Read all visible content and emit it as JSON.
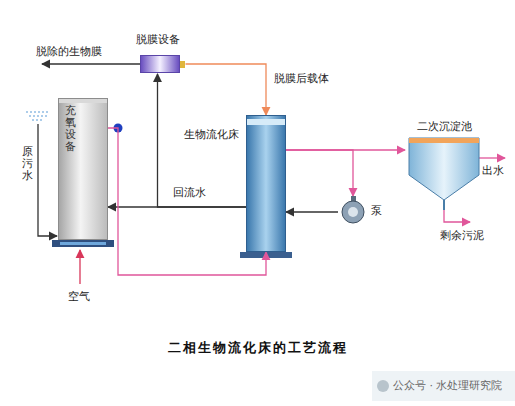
{
  "diagram": {
    "caption": "二相生物流化床的工艺流程",
    "nodes": [
      {
        "text": [
          "脱膜设备"
        ]
      },
      {
        "text": [
          "充氧设备"
        ]
      },
      {
        "text": [
          "生物流化床"
        ]
      },
      {
        "text": [
          "二次沉淀池"
        ]
      },
      {
        "text": [
          "泵"
        ]
      }
    ],
    "edges": [
      {
        "from": 2,
        "to": 0,
        "arrow": "to"
      },
      {
        "from": 0,
        "to": 2,
        "label": "脱膜后载体",
        "arrow": "to"
      },
      {
        "from": 2,
        "to": 1,
        "label": "回流水",
        "arrow": "to"
      },
      {
        "from": 1,
        "to": 2,
        "arrow": "to"
      },
      {
        "from": 2,
        "to": 3,
        "arrow": "to"
      },
      {
        "from": 2,
        "to": 4,
        "arrow": "to"
      },
      {
        "from": 4,
        "to": 2,
        "arrow": "to"
      }
    ],
    "labels": [
      "脱除的生物膜",
      "原污水",
      "空气",
      "出水",
      "剩余污泥",
      "公众号 · 水处理研究院"
    ]
  }
}
